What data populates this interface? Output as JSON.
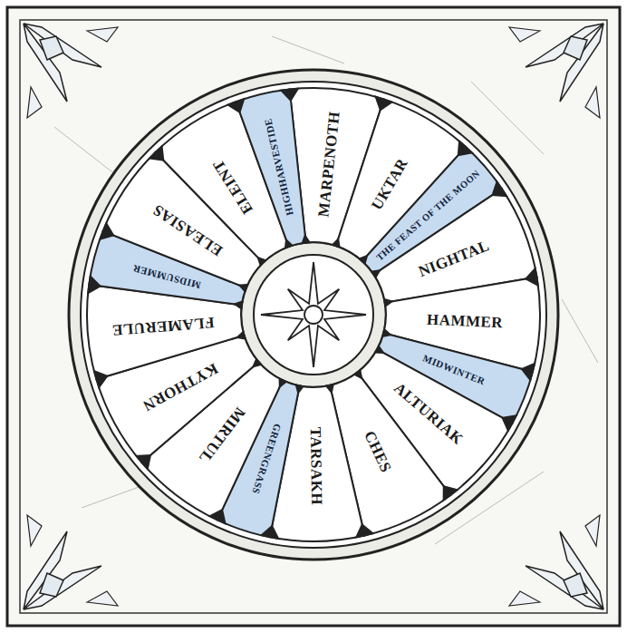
{
  "diagram": {
    "nodes": [
      {
        "text": [
          "MARPENOTH"
        ]
      },
      {
        "text": [
          "UKTAR"
        ]
      },
      {
        "text": [
          "THE FEAST OF THE MOON"
        ]
      },
      {
        "text": [
          "NIGHTAL"
        ]
      },
      {
        "text": [
          "HAMMER"
        ]
      },
      {
        "text": [
          "MIDWINTER"
        ]
      },
      {
        "text": [
          "ALTURIAK"
        ]
      },
      {
        "text": [
          "CHES"
        ]
      },
      {
        "text": [
          "TARSAKH"
        ]
      },
      {
        "text": [
          "GREENGRASS"
        ]
      },
      {
        "text": [
          "MIRTUL"
        ]
      },
      {
        "text": [
          "KYTHORN"
        ]
      },
      {
        "text": [
          "FLAMERULE"
        ]
      },
      {
        "text": [
          "MIDSUMMER"
        ]
      },
      {
        "text": [
          "ELEASIAS"
        ]
      },
      {
        "text": [
          "ELEINT"
        ]
      },
      {
        "text": [
          "HIGHHARVESTIDE"
        ]
      }
    ]
  }
}
